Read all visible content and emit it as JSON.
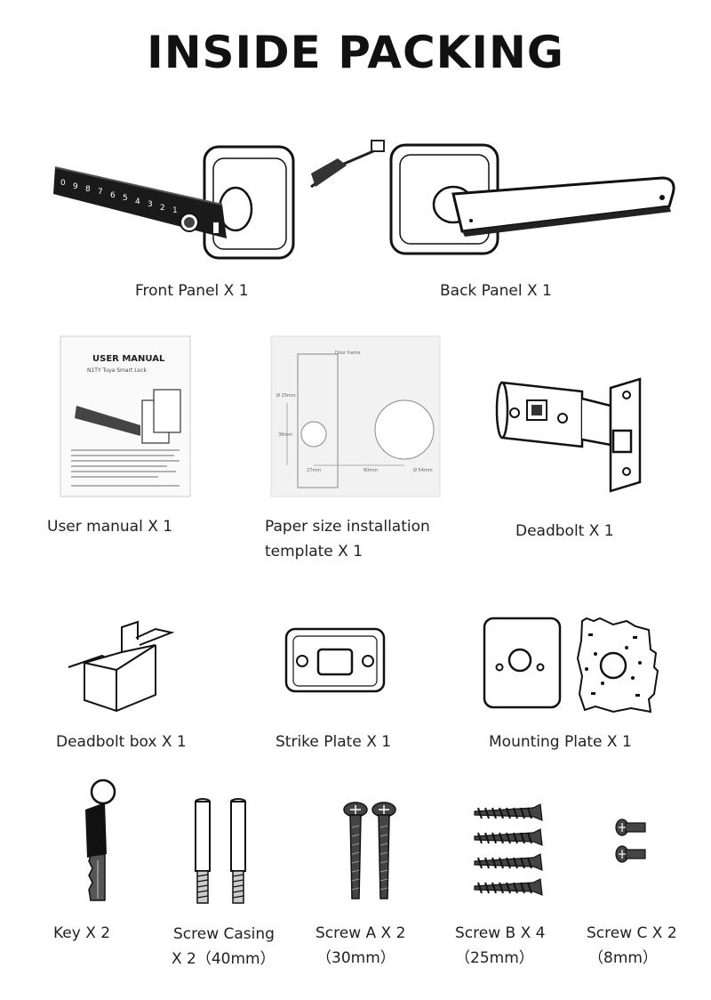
{
  "title": "INSIDE PACKING",
  "items": {
    "front_panel": "Front Panel  X 1",
    "back_panel": "Back Panel  X 1",
    "user_manual": "User manual  X 1",
    "template_line1": "Paper size installation",
    "template_line2": "template X 1",
    "deadbolt": "Deadbolt  X 1",
    "deadbolt_box": "Deadbolt box  X 1",
    "strike_plate": "Strike Plate  X 1",
    "mounting_plate": "Mounting Plate  X 1",
    "key": "Key  X 2",
    "screw_casing_line1": "Screw Casing",
    "screw_casing_line2": "X 2（40mm）",
    "screw_a_line1": "Screw A  X 2",
    "screw_a_line2": "（30mm）",
    "screw_b_line1": "Screw B  X 4",
    "screw_b_line2": "（25mm）",
    "screw_c_line1": "Screw C  X 2",
    "screw_c_line2": "（8mm）"
  },
  "manual": {
    "heading": "USER MANUAL",
    "subheading": "N1TY Tuya Smart Lock"
  },
  "template_labels": {
    "door_frame": "Door frame",
    "d25": "Ø 25mm",
    "h38": "38mm",
    "w27": "27mm",
    "w60": "60mm",
    "d54": "Ø 54mm"
  },
  "keypad_digits": [
    "0",
    "9",
    "8",
    "7",
    "6",
    "5",
    "4",
    "3",
    "2",
    "1"
  ]
}
